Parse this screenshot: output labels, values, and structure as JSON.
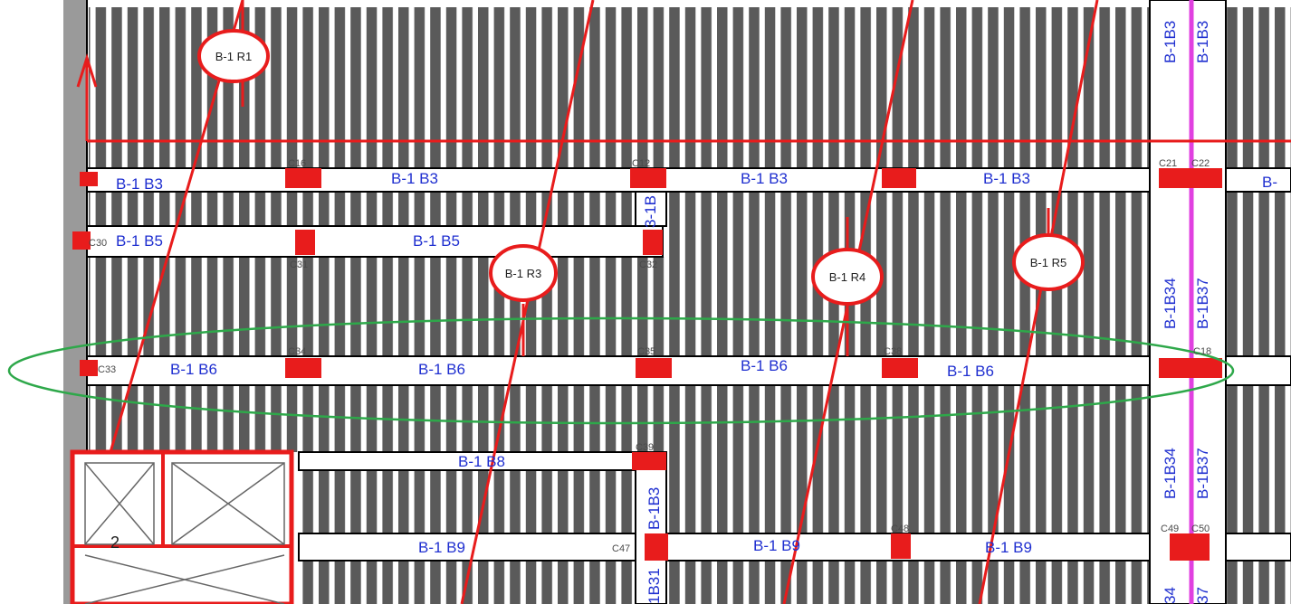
{
  "colors": {
    "joist": "#5a5a5a",
    "beam_fill": "#ffffff",
    "beam_outline": "#000000",
    "label": "#1f2fd0",
    "red": "#e81c1c",
    "magenta": "#e040e0",
    "green": "#2ea84a",
    "column_gray": "#9a9a9a"
  },
  "beam_labels": {
    "row1": [
      "B-1 B3",
      "B-1 B3",
      "B-1 B3",
      "B-1 B3",
      "B-"
    ],
    "row2": [
      "B-1 B5",
      "B-1 B5"
    ],
    "row3": [
      "B-1 B6",
      "B-1 B6",
      "B-1 B6",
      "B-1 B6"
    ],
    "row4": [
      "B-1 B8"
    ],
    "row5": [
      "B-1 B9",
      "B-1 B9",
      "B-1 B9"
    ]
  },
  "vertical_labels": {
    "top_right": [
      "B-1B3",
      "B-1B3"
    ],
    "mid_right": [
      "B-1B34",
      "B-1B37"
    ],
    "low_right": [
      "B-1B34",
      "B-1B37"
    ],
    "bottom_right": [
      "34",
      "37"
    ],
    "center_a": "3-1B",
    "center_b": "B-1B3",
    "center_c": "1B31"
  },
  "column_labels": [
    "C16",
    "C12",
    "C21",
    "C22",
    "C30",
    "C31",
    "C32",
    "C33",
    "C34",
    "C35",
    "C18",
    "C38",
    "C39",
    "C47",
    "C48",
    "C49",
    "C50"
  ],
  "tags": [
    "B-1 R1",
    "B-1 R3",
    "B-1 R4",
    "B-1 R5"
  ],
  "plan_number": "2"
}
